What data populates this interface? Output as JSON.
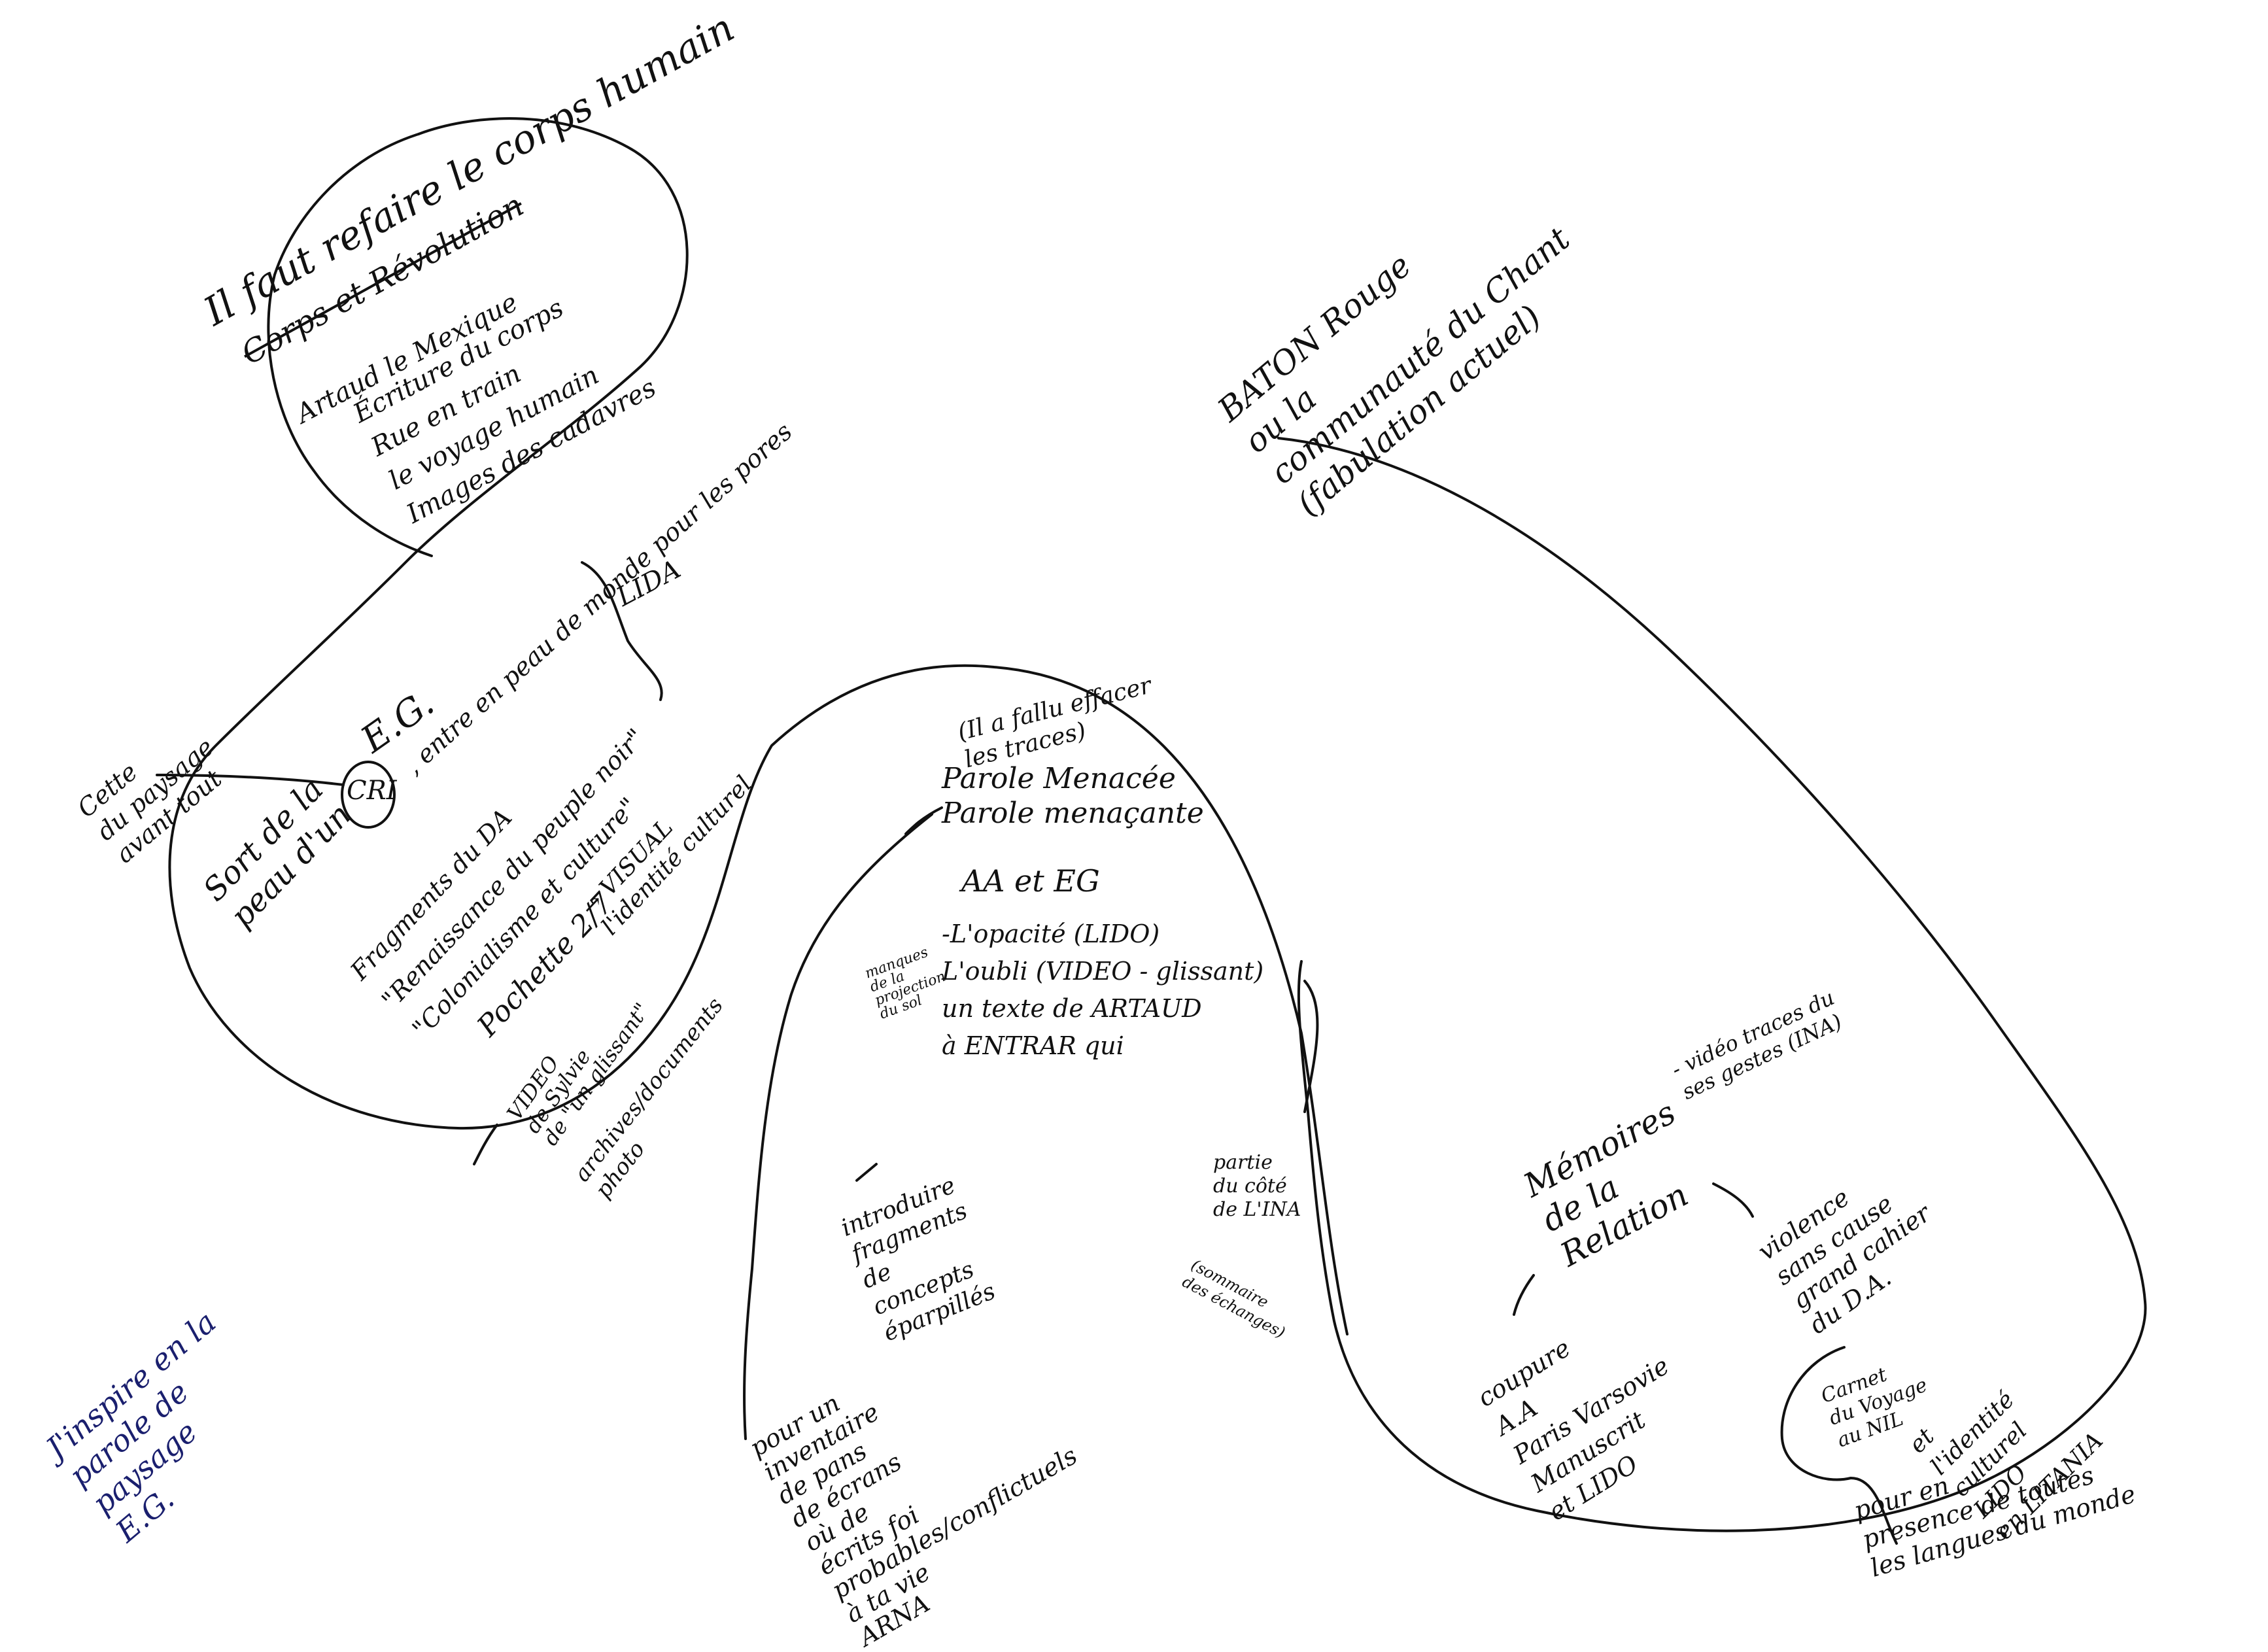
{
  "colors": {
    "ink": "#111111",
    "blue_ink": "#1a1f6e",
    "paper": "#ffffff"
  },
  "loop_left": {
    "title": "Il faut refaire le corps humain",
    "struck": "Corps et Révolution",
    "artaud": "Artaud le Mexique",
    "lines": "Écriture du corps\nRue en train\nle voyage humain\nImages des cadavres",
    "sort": "Sort de la\npeau d'un",
    "cri": "CRI",
    "eg": "E.G.",
    "entre": ", entre en peau de monde pour les pores",
    "fragments": "Fragments du DA\n\"Renaissance du peuple noir\"\n\"Colonialisme et culture\"",
    "lida": "LIDA",
    "pochette": "Pochette 2/7",
    "visual": "→ VISUAL\nl'identité culturel",
    "video": "VIDEO\nde Sylvie\nde \"un glissant\"",
    "archives": "archives/documents\nphoto"
  },
  "side_notes": {
    "cri_paysage": "Cette\ndu paysage\navant tout",
    "inspire": "J'inspire en la\nparole de\npaysage\nE.G."
  },
  "loop_middle": {
    "effacer": "(Il a fallu effacer\nles traces)",
    "parole": "Parole Menacée\nParole menaçante",
    "aa": "AA et EG",
    "opacite": "-L'opacité (LIDO)\nL'oubli (VIDEO - glissant)\nun texte de ARTAUD\nà ENTRAR qui",
    "manques": "manques\nde la\nprojection\ndu sol",
    "introduire": "introduire\nfragments\nde\nconcepts\néparpillés",
    "partie": "partie\ndu côté\nde L'INA",
    "sommaire": "(sommaire\ndes échanges)",
    "bottom": "pour un\ninventaire\nde pans\nde écrans\noù de\nécrits foi\nprobables/conflictuels\nà ta vie\nARNA"
  },
  "loop_right": {
    "baton": "BATON Rouge\nou la\ncommunauté du Chant\n(fabulation actuel)",
    "video_traces": "- vidéo traces du\nses gestes (INA)",
    "memoires": "Mémoires\nde la\nRelation",
    "violence": "violence\nsans cause\ngrand cahier\ndu D.A.",
    "coupure": "coupure\nA.A\nParis Varsovie\nManuscrit\net LIDO",
    "identite": "et\nl'identité\nculturel\nLIDO\nen LITANIA",
    "carnet": "Carnet\ndu Voyage\nau NIL",
    "presence": "pour en\npresence de toutes\nles langues du monde"
  }
}
